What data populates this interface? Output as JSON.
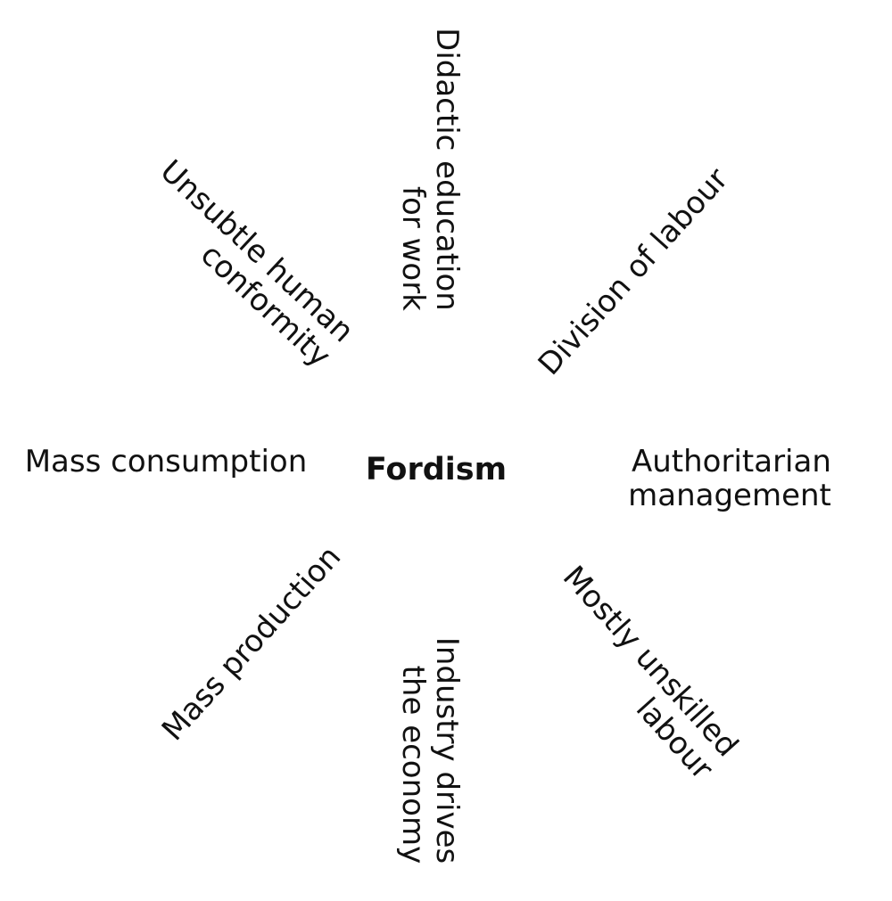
{
  "center": {
    "label": "Fordism"
  },
  "spokes": [
    {
      "id": "didactic-education",
      "lines": [
        "Didactic education",
        "for work"
      ],
      "align": "right"
    },
    {
      "id": "division-of-labour",
      "lines": [
        "Division of labour"
      ],
      "align": "left"
    },
    {
      "id": "authoritarian-management",
      "lines": [
        "Authoritarian",
        "management"
      ],
      "align": "right"
    },
    {
      "id": "mostly-unskilled-labour",
      "lines": [
        "Mostly unskilled",
        "labour"
      ],
      "align": "right"
    },
    {
      "id": "industry-drives-economy",
      "lines": [
        "Industry drives",
        "the economy"
      ],
      "align": "right"
    },
    {
      "id": "mass-production",
      "lines": [
        "Mass production"
      ],
      "align": "left"
    },
    {
      "id": "mass-consumption",
      "lines": [
        "Mass consumption"
      ],
      "align": "left"
    },
    {
      "id": "unsubtle-human-conformity",
      "lines": [
        "Unsubtle human",
        "conformity"
      ],
      "align": "right"
    }
  ]
}
